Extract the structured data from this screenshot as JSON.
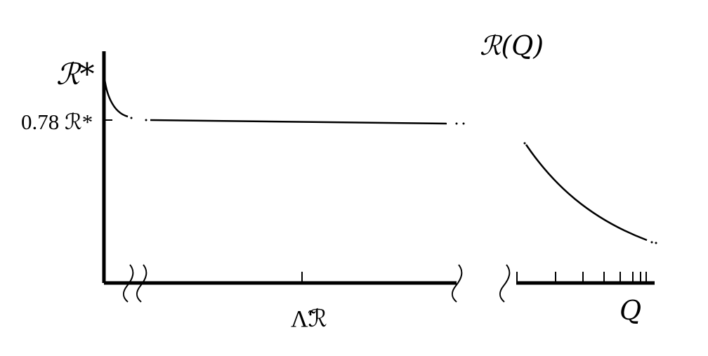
{
  "chart_data": {
    "type": "line",
    "panels": [
      {
        "name": "left",
        "y_label": "ℛ*",
        "y_tick_label": "0.78 ℛ*",
        "x_label": "Λ̃ℛ",
        "description_points": {
          "initial_drop": [
            {
              "x": 0.0,
              "y": 1.0
            },
            {
              "x": 0.02,
              "y": 0.88
            },
            {
              "x": 0.05,
              "y": 0.8
            },
            {
              "x": 0.08,
              "y": 0.78
            }
          ],
          "plateau": [
            {
              "x": 0.15,
              "y": 0.78
            },
            {
              "x": 1.0,
              "y": 0.78
            }
          ]
        },
        "axis_breaks": [
          "left",
          "right"
        ]
      },
      {
        "name": "right",
        "title": "ℛ(Q)",
        "x_label": "Q",
        "description_points": [
          {
            "x": 0.0,
            "y": 0.62
          },
          {
            "x": 0.15,
            "y": 0.48
          },
          {
            "x": 0.35,
            "y": 0.35
          },
          {
            "x": 0.55,
            "y": 0.24
          },
          {
            "x": 0.75,
            "y": 0.17
          },
          {
            "x": 1.0,
            "y": 0.12
          }
        ],
        "x_ticks_count": 9
      }
    ]
  }
}
